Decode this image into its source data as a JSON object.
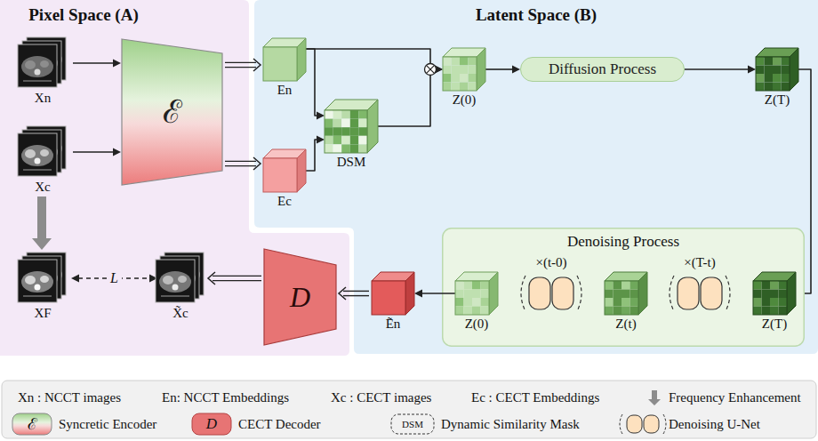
{
  "diagram": {
    "nodes": [
      {
        "text": [
          "Pixel Space (A)"
        ]
      },
      {
        "text": [
          "Latent Space (B)"
        ]
      },
      {
        "text": [
          "Xn"
        ],
        "in": 0
      },
      {
        "text": [
          "Xc"
        ],
        "in": 0
      },
      {
        "text": [
          "ℰ"
        ],
        "in": 0
      },
      {
        "text": [
          "En"
        ],
        "in": 1
      },
      {
        "text": [
          "Ec"
        ],
        "in": 1
      },
      {
        "text": [
          "DSM"
        ],
        "in": 1
      },
      {
        "text": [
          "Z(0)"
        ],
        "in": 1
      },
      {
        "text": [
          "Diffusion Process"
        ],
        "in": 1
      },
      {
        "text": [
          "Z(T)"
        ],
        "in": 1
      },
      {
        "text": [
          "Denoising Process"
        ],
        "in": 1
      },
      {
        "text": [
          "Z(0)"
        ],
        "in": 11
      },
      {
        "text": [
          "Z(t)"
        ],
        "in": 11
      },
      {
        "text": [
          "Z(T)"
        ],
        "in": 11
      },
      {
        "text": [
          "Ẽn"
        ],
        "in": 1
      },
      {
        "text": [
          "D"
        ],
        "in": 0
      },
      {
        "text": [
          "X̃c"
        ],
        "in": 0
      },
      {
        "text": [
          "XF"
        ],
        "in": 0
      }
    ],
    "edges": [
      {
        "from": 2,
        "to": 4,
        "arrow": "to"
      },
      {
        "from": 3,
        "to": 4,
        "arrow": "to"
      },
      {
        "from": 4,
        "to": 5,
        "arrow": "to"
      },
      {
        "from": 4,
        "to": 6,
        "arrow": "to"
      },
      {
        "from": 5,
        "to": 8,
        "arrow": "to"
      },
      {
        "from": 5,
        "to": 7,
        "arrow": "to"
      },
      {
        "from": 6,
        "to": 7,
        "arrow": "to"
      },
      {
        "from": 7,
        "to": 8,
        "arrow": "to"
      },
      {
        "from": 8,
        "to": 9,
        "arrow": "to"
      },
      {
        "from": 9,
        "to": 10,
        "arrow": "to"
      },
      {
        "from": 10,
        "to": 11,
        "arrow": "none"
      },
      {
        "from": 12,
        "to": 15,
        "arrow": "to"
      },
      {
        "from": 15,
        "to": 16,
        "arrow": "to"
      },
      {
        "from": 16,
        "to": 17,
        "arrow": "to"
      },
      {
        "from": 3,
        "to": 18,
        "arrow": "to"
      },
      {
        "from": 18,
        "to": 17,
        "label": "L",
        "arrow": "both"
      }
    ],
    "labels": [
      "×(t-0)",
      "×(T-t)",
      "ℰ",
      "D",
      "DSM"
    ],
    "legend": [
      {
        "text": "Xn : NCCT images"
      },
      {
        "text": "En: NCCT Embeddings"
      },
      {
        "text": "Xc : CECT images"
      },
      {
        "text": "Ec : CECT Embeddings"
      },
      {
        "text": "Frequency Enhancement"
      },
      {
        "text": "Syncretic Encoder"
      },
      {
        "text": "CECT Decoder"
      },
      {
        "text": "Dynamic Similarity Mask"
      },
      {
        "text": "Denoising U-Net"
      }
    ]
  }
}
